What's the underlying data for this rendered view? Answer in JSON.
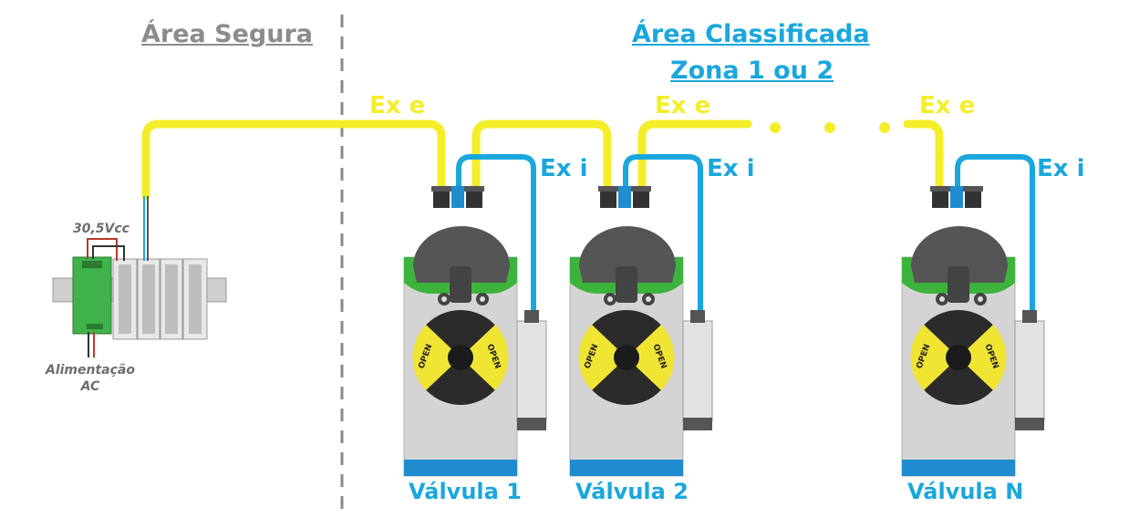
{
  "areas": {
    "safe_title": "Área Segura",
    "classified_title": "Área Classificada",
    "zone_title": "Zona 1 ou 2"
  },
  "cables": {
    "ex_e_label": "Ex e",
    "ex_i_label": "Ex i"
  },
  "power": {
    "voltage_label": "30,5Vcc",
    "supply_label": "Alimentação\nAC"
  },
  "valves": [
    {
      "name": "Válvula 1",
      "open_label": "OPEN"
    },
    {
      "name": "Válvula 2",
      "open_label": "OPEN"
    },
    {
      "name": "Válvula N",
      "open_label": "OPEN"
    }
  ],
  "colors": {
    "ex_e_cable": "#f4ee2a",
    "ex_i_cable": "#1aa7dc",
    "safe_area": "#8c8c8c",
    "classified_area": "#1aa7dc",
    "valve_green": "#3cb43c",
    "valve_body": "#d9d9d9"
  }
}
